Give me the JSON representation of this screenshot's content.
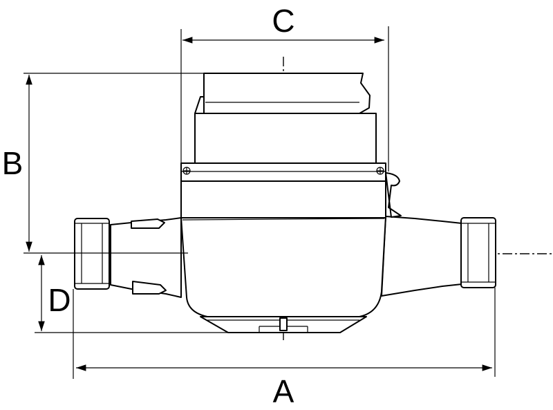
{
  "dimensions": {
    "a_label": "A",
    "b_label": "B",
    "c_label": "C",
    "d_label": "D"
  },
  "colors": {
    "line": "#000000",
    "background": "#ffffff"
  }
}
